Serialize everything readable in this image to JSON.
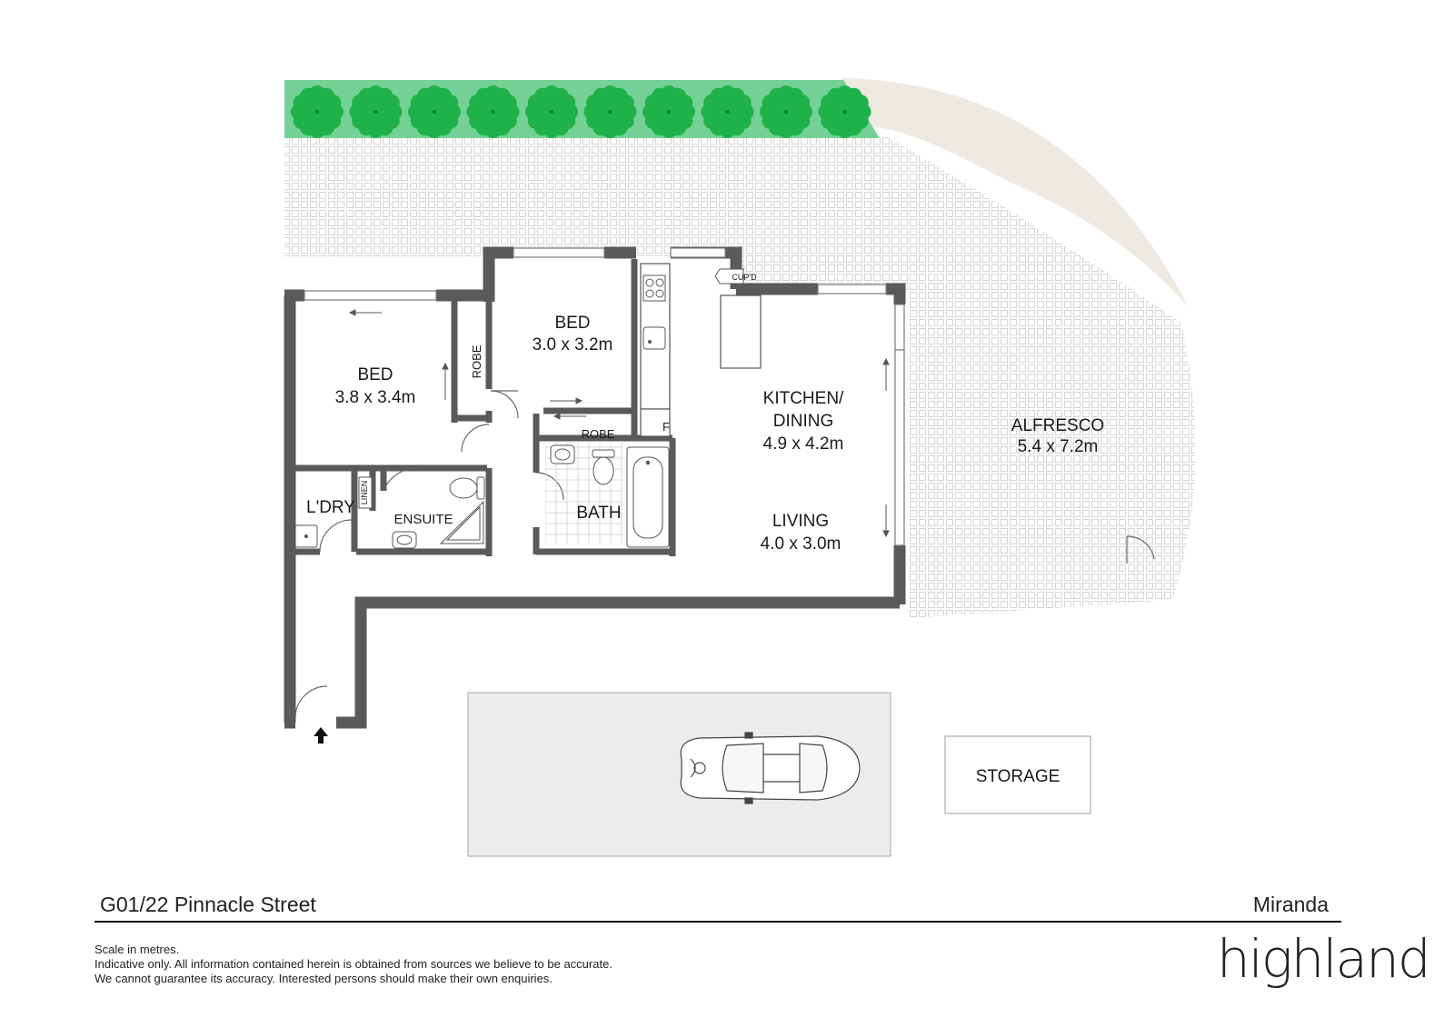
{
  "rooms": {
    "bed1": {
      "name": "BED",
      "size": "3.8 x 3.4m"
    },
    "bed2": {
      "name": "BED",
      "size": "3.0 x 3.2m"
    },
    "kitchen": {
      "name": "KITCHEN/",
      "name2": "DINING",
      "size": "4.9 x 4.2m"
    },
    "living": {
      "name": "LIVING",
      "size": "4.0 x 3.0m"
    },
    "alfresco": {
      "name": "ALFRESCO",
      "size": "5.4 x 7.2m"
    },
    "bath": {
      "name": "BATH"
    },
    "ensuite": {
      "name": "ENSUITE"
    },
    "laundry": {
      "name": "L'DRY"
    },
    "storage": {
      "name": "STORAGE"
    }
  },
  "labels": {
    "robe1": "ROBE",
    "robe2": "ROBE",
    "linen": "LINEN",
    "cupboard": "CUP'D",
    "fridge": "F"
  },
  "footer": {
    "address": "G01/22 Pinnacle Street",
    "suburb": "Miranda",
    "note1": "Scale in metres.",
    "note2": "Indicative only. All information contained herein is obtained from sources we believe to be accurate.",
    "note3": "We cannot guarantee its accuracy. Interested persons should make their own enquiries.",
    "brand": "highland"
  },
  "colors": {
    "wall": "#5a5a5a",
    "hedge": "#74d196",
    "tree": "#1fb24a",
    "paving_dot": "#d8d8d8",
    "lawn": "#efe9e4",
    "carspace": "#ececec"
  },
  "icons": [
    "tree-icon",
    "car-icon",
    "entry-arrow-icon",
    "cooktop-icon",
    "sink-icon",
    "toilet-icon",
    "bathtub-icon",
    "shower-icon",
    "basin-icon"
  ]
}
